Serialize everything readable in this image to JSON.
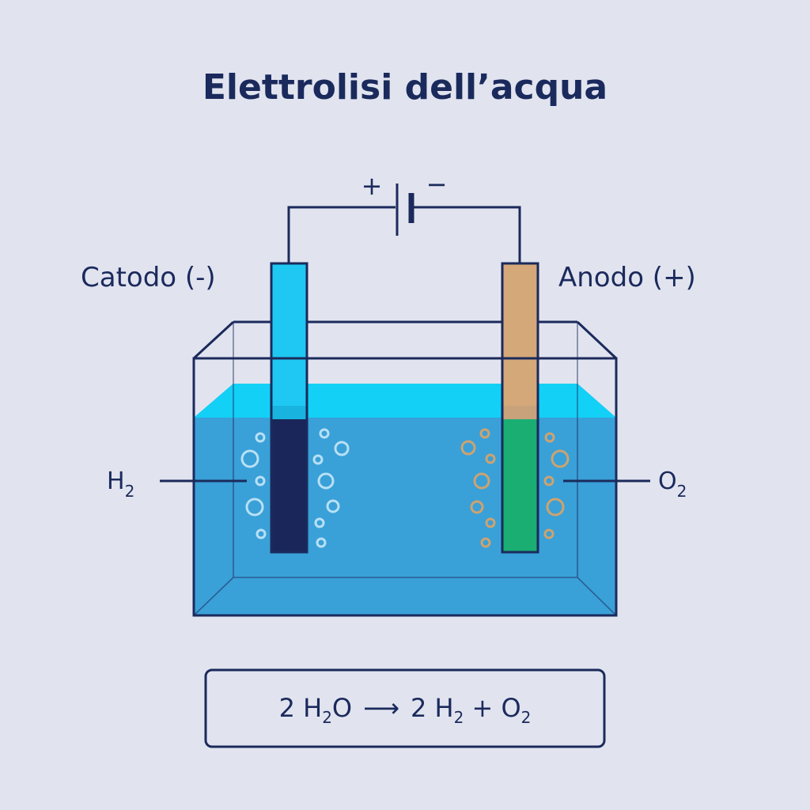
{
  "title": "Elettrolisi dell’acqua",
  "battery": {
    "plus": "+",
    "minus": "−"
  },
  "cathode": {
    "label": "Catodo (-)",
    "gas": "H",
    "gas_sub": "2"
  },
  "anode": {
    "label": "Anodo (+)",
    "gas": "O",
    "gas_sub": "2"
  },
  "equation": {
    "coef_left": "2 ",
    "water": "H",
    "water_sub": "2",
    "water_end": "O",
    "arrow": "⟶",
    "coef_right": "2 ",
    "hydrogen": "H",
    "hydrogen_sub": "2",
    "plus": " + ",
    "oxygen": "O",
    "oxygen_sub": "2"
  },
  "colors": {
    "ink": "#1b2a5c",
    "background": "#e1e4ef",
    "water": "#3aa0d8",
    "water_surface": "#12d0f6",
    "cathode_rod_top": "#1ec8f2",
    "cathode_rod_bottom": "#1a2659",
    "anode_rod_top": "#d4a878",
    "anode_rod_bottom": "#1aae73",
    "hydrogen_bubble": "#b8e0f5",
    "oxygen_bubble": "#cda36f"
  }
}
